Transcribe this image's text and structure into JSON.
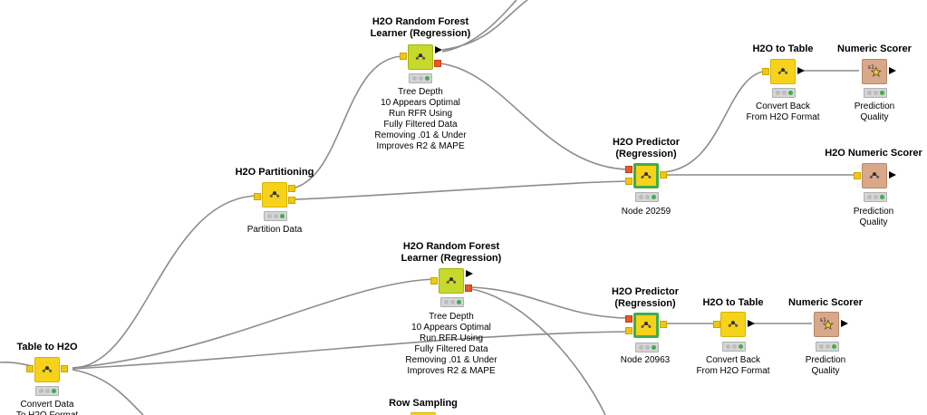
{
  "nodes": {
    "rf_learner_1": {
      "title_line1": "H2O Random Forest",
      "title_line2": "Learner (Regression)",
      "description": "Tree Depth\n10 Appears Optimal\nRun RFR Using\nFully Filtered Data\nRemoving .01 & Under\nImproves R2 & MAPE"
    },
    "to_table_1": {
      "title": "H2O to Table",
      "description": "Convert Back\nFrom H2O Format"
    },
    "numeric_scorer_1": {
      "title": "Numeric Scorer",
      "description": "Prediction\nQuality"
    },
    "predictor_1": {
      "title_line1": "H2O Predictor",
      "title_line2": "(Regression)",
      "description": "Node 20259"
    },
    "h2o_numeric_scorer": {
      "title": "H2O Numeric Scorer",
      "description": "Prediction\nQuality"
    },
    "partitioning": {
      "title": "H2O Partitioning",
      "description": "Partition Data"
    },
    "rf_learner_2": {
      "title_line1": "H2O Random Forest",
      "title_line2": "Learner (Regression)",
      "description": "Tree Depth\n10 Appears Optimal\nRun RFR Using\nFully Filtered Data\nRemoving .01 & Under\nImproves R2 & MAPE"
    },
    "predictor_2": {
      "title_line1": "H2O Predictor",
      "title_line2": "(Regression)",
      "description": "Node 20963"
    },
    "to_table_2": {
      "title": "H2O to Table",
      "description": "Convert Back\nFrom H2O Format"
    },
    "numeric_scorer_2": {
      "title": "Numeric Scorer",
      "description": "Prediction\nQuality"
    },
    "table_to_h2o": {
      "title": "Table to H2O",
      "description": "Convert Data\nTo H2O Format"
    },
    "row_sampling": {
      "title": "Row Sampling"
    }
  },
  "colors": {
    "node_yellow": "#f6d21a",
    "node_yellow_green": "#c6d92c",
    "node_scorer_brown": "#d9a88a",
    "predictor_border_green": "#3fae49",
    "port_orange": "#e8582a",
    "connection_gray": "#8c8c8c",
    "status_green": "#3fae49"
  },
  "icons": {
    "h2o_node": "h2o-molecule-icon",
    "scorer": "scorer-star-icon"
  }
}
